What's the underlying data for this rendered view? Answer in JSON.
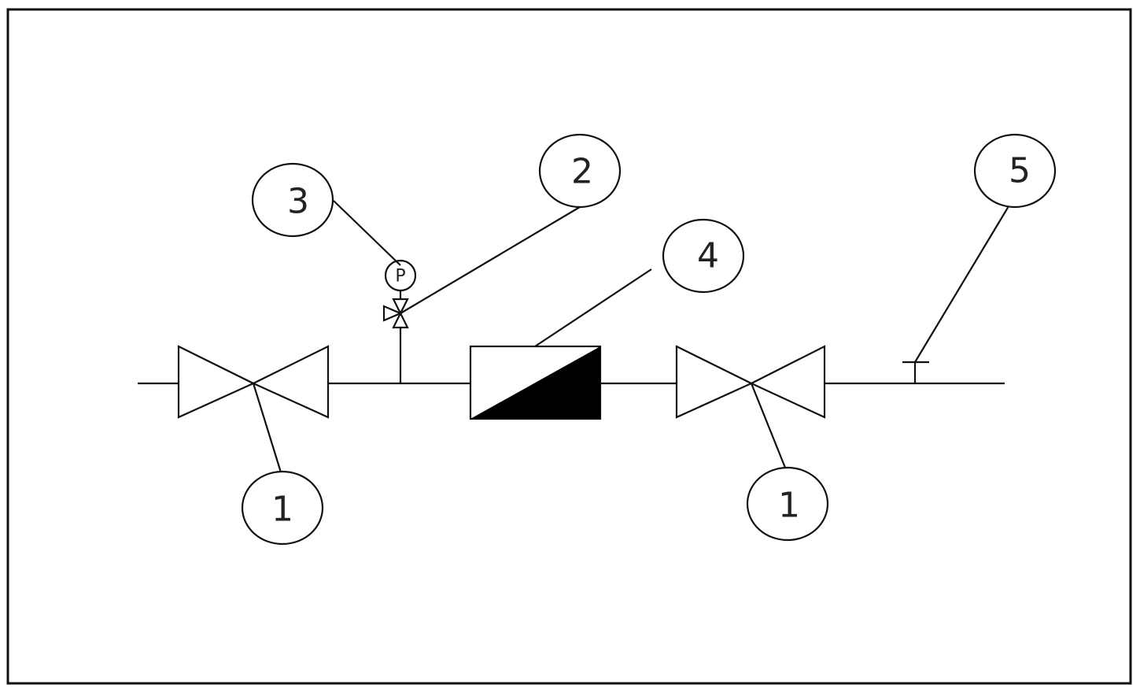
{
  "callouts": [
    {
      "id": "callout-1-left",
      "label": "1"
    },
    {
      "id": "callout-2",
      "label": "2"
    },
    {
      "id": "callout-3",
      "label": "3"
    },
    {
      "id": "callout-4",
      "label": "4"
    },
    {
      "id": "callout-5",
      "label": "5"
    },
    {
      "id": "callout-1-right",
      "label": "1"
    }
  ],
  "pressure_gauge": {
    "label": "P"
  }
}
